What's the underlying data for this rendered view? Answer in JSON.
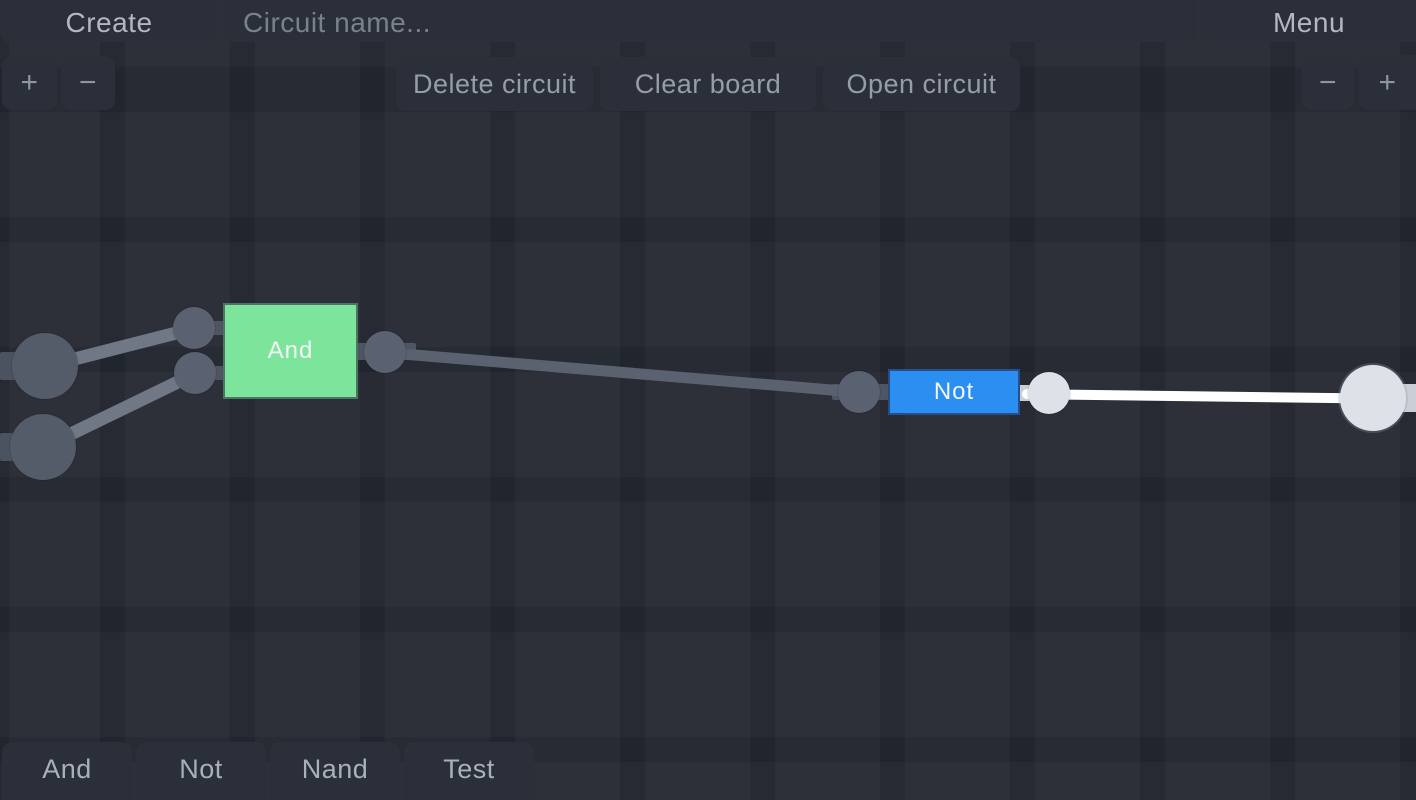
{
  "topbar": {
    "create_label": "Create",
    "circuit_name_placeholder": "Circuit name...",
    "menu_label": "Menu"
  },
  "toolbar": {
    "zoom_in_label": "+",
    "zoom_out_label": "−",
    "delete_circuit_label": "Delete circuit",
    "clear_board_label": "Clear board",
    "open_circuit_label": "Open circuit"
  },
  "palette": {
    "items": [
      "And",
      "Not",
      "Nand",
      "Test"
    ]
  },
  "circuit": {
    "gates": [
      {
        "label": "And",
        "type": "and",
        "color": "#7de59b",
        "inputs": 2,
        "outputs": 1
      },
      {
        "label": "Not",
        "type": "not",
        "color": "#2b8ff2",
        "inputs": 1,
        "outputs": 1
      }
    ],
    "wires": [
      {
        "from": "input-node-1",
        "to": "and-input-a",
        "state": "off"
      },
      {
        "from": "input-node-2",
        "to": "and-input-b",
        "state": "off"
      },
      {
        "from": "and-output",
        "to": "not-input",
        "state": "off"
      },
      {
        "from": "not-output",
        "to": "output-node",
        "state": "on"
      }
    ],
    "nodes": [
      {
        "id": "input-node-1",
        "state": "off"
      },
      {
        "id": "input-node-2",
        "state": "off"
      },
      {
        "id": "output-node",
        "state": "on"
      }
    ],
    "colors": {
      "wire_off": "#707886",
      "wire_off_dark": "#5a6270",
      "wire_on": "#ffffff",
      "node_off": "#5a6170",
      "node_big_off": "#545c6a",
      "node_on": "#dde2e9",
      "stub_off": "#4e5563",
      "stub_big_off": "#4b5260",
      "stub_on": "#c9ced7"
    }
  }
}
